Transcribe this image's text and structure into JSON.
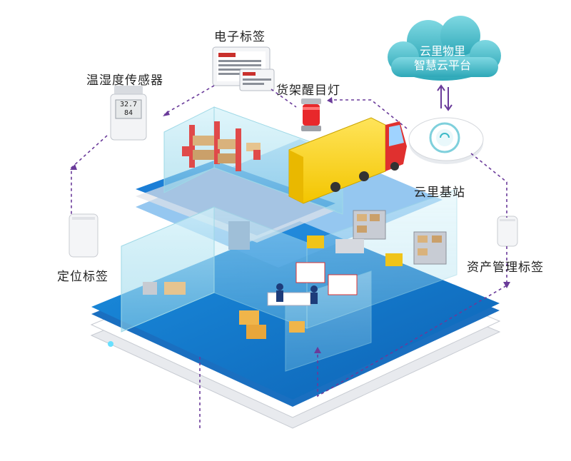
{
  "labels": {
    "electronic_tag": "电子标签",
    "temp_humidity_sensor": "温湿度传感器",
    "shelf_light": "货架醒目灯",
    "positioning_tag": "定位标签",
    "asset_tag": "资产管理标签",
    "base_station": "云里基站"
  },
  "cloud": {
    "line1": "云里物里",
    "line2": "智慧云平台"
  },
  "sensor_display": {
    "temp": "32.7",
    "humidity": "84"
  },
  "colors": {
    "floor_blue": "#1a7fd1",
    "glass_cyan": "#bfe9f3",
    "dashed_link": "#6a3b9a",
    "cloud_teal": "#3cb9c7"
  }
}
